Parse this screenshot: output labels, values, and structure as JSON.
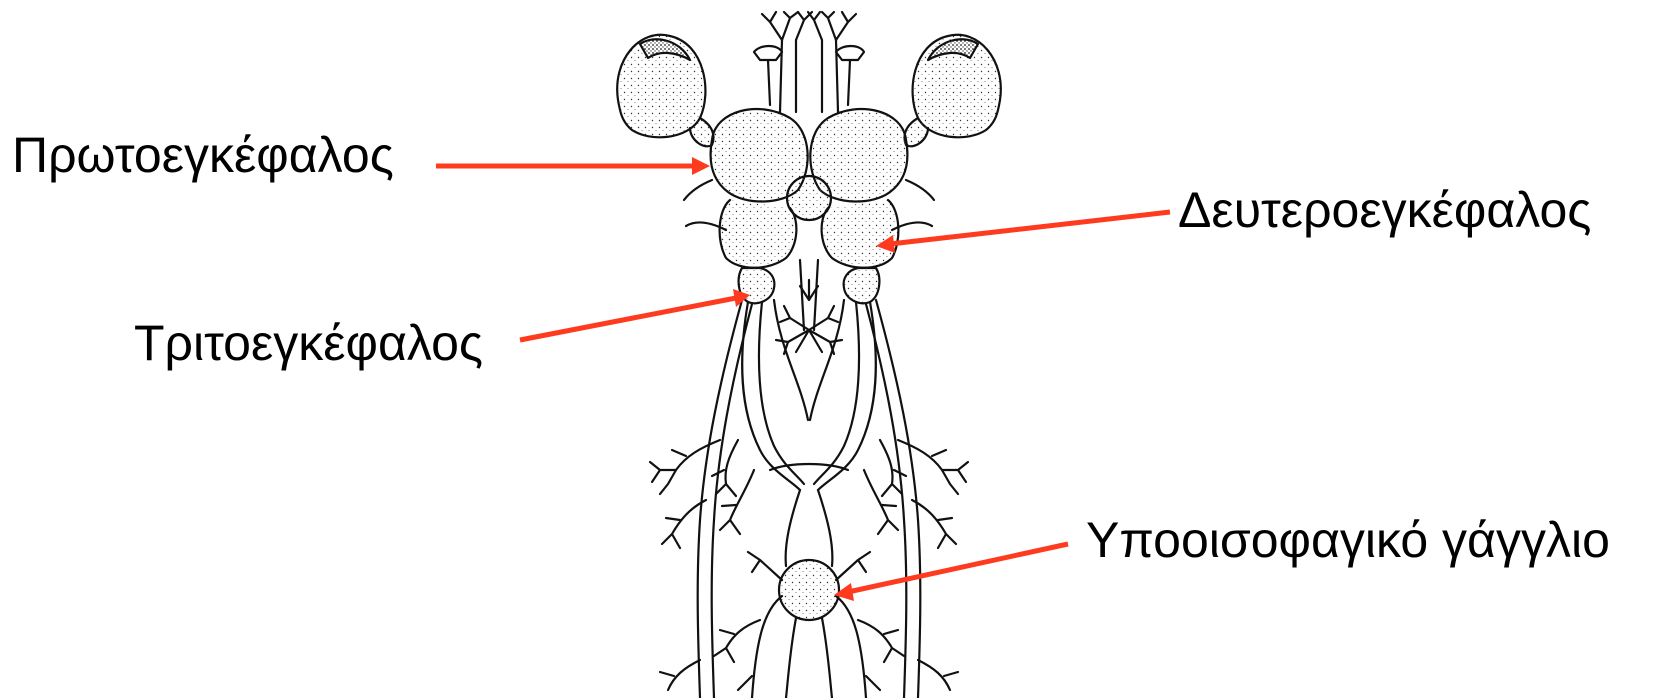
{
  "labels": {
    "protocerebrum": "Πρωτοεγκέφαλος",
    "deutocerebrum": "Δευτεροεγκέφαλος",
    "tritocerebrum": "Τριτοεγκέφαλος",
    "subesophageal": "Υποοισοφαγικό γάγγλιο"
  },
  "colors": {
    "arrow": "#ff3b1f",
    "ink": "#111111",
    "background": "#ffffff"
  }
}
